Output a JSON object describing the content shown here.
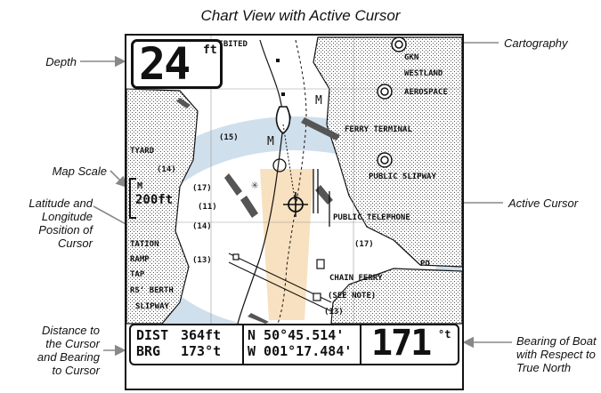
{
  "figure_title": "Chart View with Active Cursor",
  "callouts": {
    "depth": "Depth",
    "map_scale": "Map Scale",
    "lat_long": [
      "Latitude and",
      "Longitude",
      "Position of",
      "Cursor"
    ],
    "distance": [
      "Distance to",
      "the Cursor",
      "and Bearing",
      "to Cursor"
    ],
    "cartography": "Cartography",
    "active_cursor": "Active Cursor",
    "bearing_boat": [
      "Bearing of Boat",
      "with Respect to",
      "True North"
    ]
  },
  "display": {
    "depth_value": "24",
    "depth_unit": "ft",
    "map_scale_value": "200ft",
    "map_scale_unit_tag": "M",
    "dist_label": "DIST",
    "dist_value": "364ft",
    "brg_label": "BRG",
    "brg_value": "173°t",
    "latitude": "N 50°45.514'",
    "longitude": "W 001°17.484'",
    "boat_bearing": "171",
    "boat_bearing_unit": "°t"
  },
  "map_labels": {
    "prohibited": "HIBITED",
    "gkn": "GKN",
    "westland": "WESTLAND",
    "aerospace": "AEROSPACE",
    "ferry_terminal": "FERRY TERMINAL",
    "public_slipway": "PUBLIC SLIPWAY",
    "public_telephone": "PUBLIC TELEPHONE",
    "chain_ferry": "CHAIN FERRY",
    "see_note": "(SEE NOTE)",
    "po": "PO",
    "tyard": "TYARD",
    "tation": "TATION",
    "ramp": "RAMP",
    "tap": "TAP",
    "rs_berth": "RS' BERTH",
    "slipway": "SLIPWAY",
    "m1": "M",
    "m2": "M",
    "sound_15": "(15)",
    "sound_14a": "(14)",
    "sound_17a": "(17)",
    "sound_11": "(11)",
    "sound_14b": "(14)",
    "sound_13a": "(13)",
    "sound_17b": "(17)",
    "sound_13b": "(13)"
  },
  "colors": {
    "outline": "#111111",
    "callout_arrow": "#888888",
    "watermark_blue": "#bcd2e4",
    "watermark_orange": "#f2c98c"
  }
}
